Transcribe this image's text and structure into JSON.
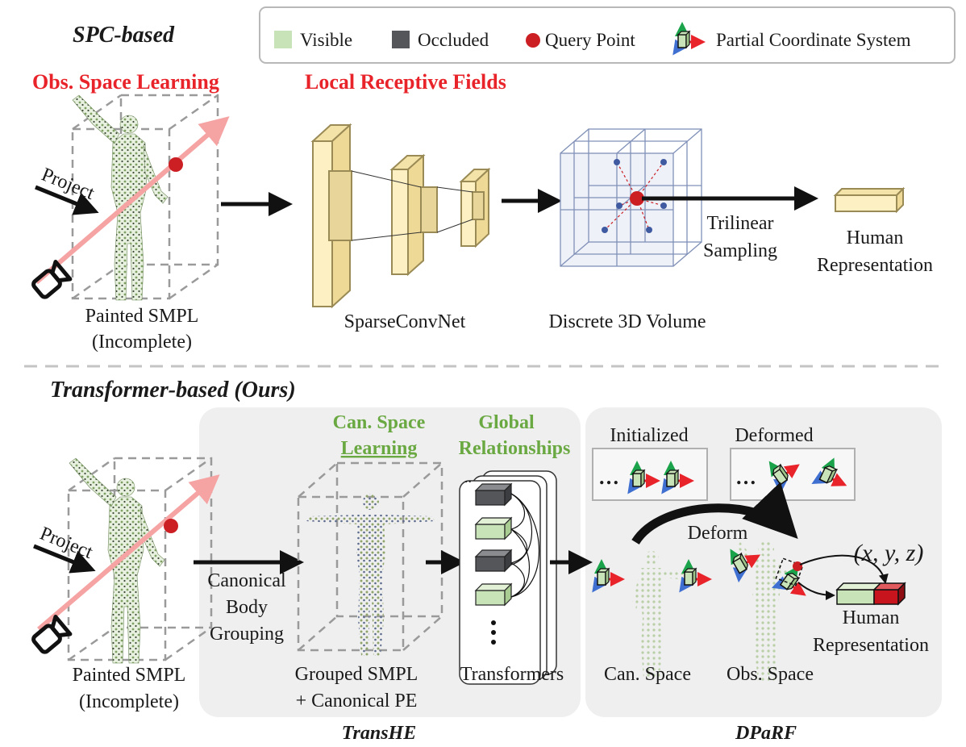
{
  "top": {
    "section_title": "SPC-based",
    "obs_space_learning": "Obs. Space Learning",
    "local_receptive_fields": "Local Receptive Fields",
    "project": "Project",
    "painted_smpl": [
      "Painted SMPL",
      "(Incomplete)"
    ],
    "sparseconvnet": "SparseConvNet",
    "discrete_volume": "Discrete 3D Volume",
    "trilinear": [
      "Trilinear",
      "Sampling"
    ],
    "human_rep": [
      "Human",
      "Representation"
    ]
  },
  "legend": {
    "visible": "Visible",
    "occluded": "Occluded",
    "query_point": "Query Point",
    "partial_cs": "Partial Coordinate System"
  },
  "bottom": {
    "section_title": "Transformer-based (Ours)",
    "project": "Project",
    "painted_smpl": [
      "Painted SMPL",
      "(Incomplete)"
    ],
    "can_space": [
      "Can. Space",
      "Learning"
    ],
    "global_rel": [
      "Global",
      "Relationships"
    ],
    "canonical_body_grouping": [
      "Canonical",
      "Body",
      "Grouping"
    ],
    "grouped_smpl": [
      "Grouped SMPL",
      "+ Canonical PE"
    ],
    "transformers": "Transformers",
    "transhe": "TransHE",
    "initialized": "Initialized",
    "deformed": "Deformed",
    "deform": "Deform",
    "xyz": "(x, y, z)",
    "can_space_label": "Can. Space",
    "obs_space_label": "Obs. Space",
    "human_rep": [
      "Human",
      "Representation"
    ],
    "dparf": "DPaRF"
  },
  "colors": {
    "visible": "#c9e3b8",
    "occluded": "#55565a",
    "query": "#cc1f24",
    "feature": "#fdf1c4",
    "feature_stroke": "#9a8a55",
    "accent_red": "#e8232a",
    "accent_green": "#6aa842",
    "axis_green": "#1aa34a",
    "axis_red": "#e8232a",
    "axis_blue": "#3f6fd0"
  }
}
